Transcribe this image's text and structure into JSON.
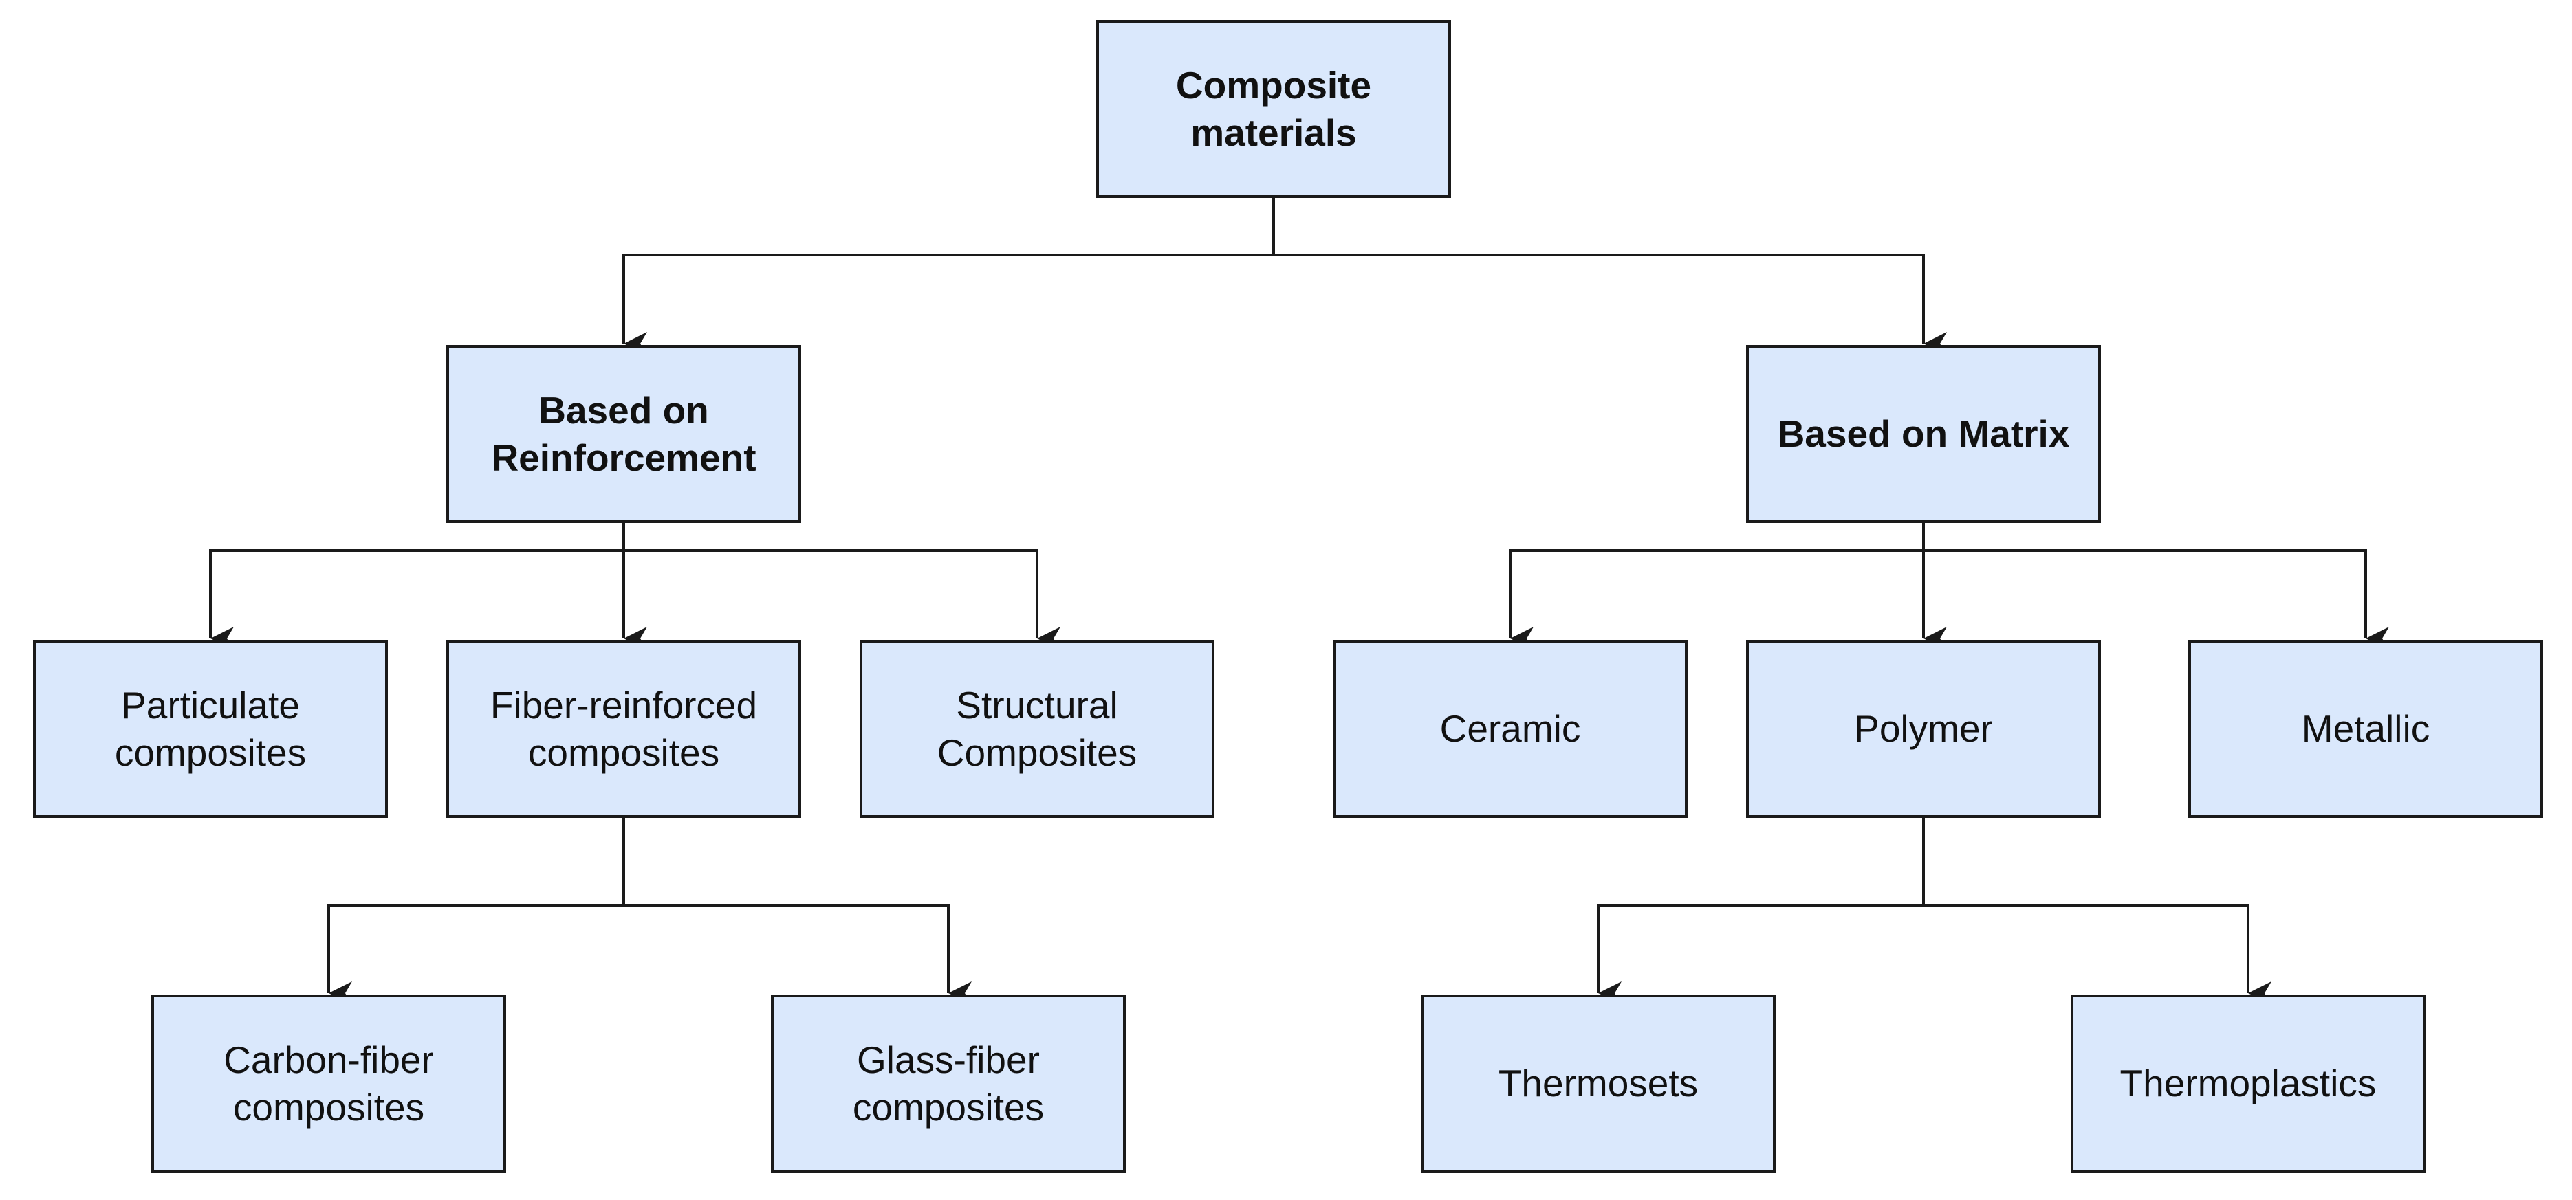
{
  "diagram": {
    "root": {
      "label": "Composite\nmaterials"
    },
    "reinforcement": {
      "label": "Based on\nReinforcement",
      "children": {
        "particulate": "Particulate\ncomposites",
        "fiber": "Fiber-reinforced\ncomposites",
        "structural": "Structural\nComposites"
      },
      "fiber_children": {
        "carbon": "Carbon-fiber\ncomposites",
        "glass": "Glass-fiber\ncomposites"
      }
    },
    "matrix": {
      "label": "Based on Matrix",
      "children": {
        "ceramic": "Ceramic",
        "polymer": "Polymer",
        "metallic": "Metallic"
      },
      "polymer_children": {
        "thermosets": "Thermosets",
        "thermoplastics": "Thermoplastics"
      }
    },
    "colors": {
      "node_fill": "#dae8fc",
      "node_border": "#1a1a1a",
      "edge": "#1a1a1a"
    }
  }
}
